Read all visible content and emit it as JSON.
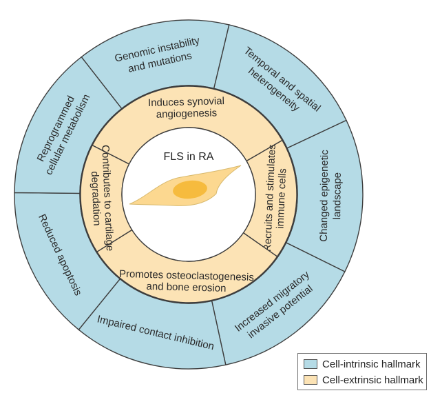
{
  "colors": {
    "outer_fill": "#b5dbe6",
    "inner_fill": "#fce3b5",
    "stroke": "#3d3d3d",
    "cell_body": "#fcd890",
    "nucleus": "#f6bb3e"
  },
  "outer_ring": {
    "segments": [
      {
        "lines": [
          "Genomic instability",
          "and mutations"
        ]
      },
      {
        "lines": [
          "Temporal and spatial",
          "heterogeneity"
        ]
      },
      {
        "lines": [
          "Changed epigenetic",
          "landscape"
        ]
      },
      {
        "lines": [
          "Increased migratory",
          "invasive potential"
        ]
      },
      {
        "lines": [
          "Impaired contact inhibition"
        ]
      },
      {
        "lines": [
          "Reduced apoptosis"
        ]
      },
      {
        "lines": [
          "Reprogrammed",
          "cellular metabolism"
        ]
      }
    ]
  },
  "inner_ring": {
    "segments": [
      {
        "lines": [
          "Induces synovial",
          "angiogenesis"
        ]
      },
      {
        "lines": [
          "Recruits and stimulates",
          "immune cells"
        ]
      },
      {
        "lines": [
          "Promotes osteoclastogenesis",
          "and bone erosion"
        ]
      },
      {
        "lines": [
          "Contributes to cartilage",
          "degradation"
        ]
      }
    ]
  },
  "center": {
    "title": "FLS in RA",
    "cell_icon": "fibroblast-cell-icon"
  },
  "legend": {
    "items": [
      {
        "label": "Cell-intrinsic hallmark",
        "color": "#b5dbe6"
      },
      {
        "label": "Cell-extrinsic hallmark",
        "color": "#fce3b5"
      }
    ]
  }
}
